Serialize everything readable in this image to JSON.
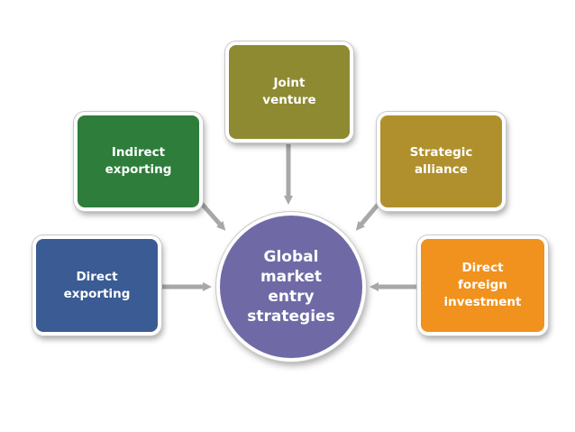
{
  "colors": {
    "direct_exporting": "#3a5b93",
    "indirect_exporting": "#2e7d3b",
    "joint_venture": "#8e8a31",
    "strategic_alliance": "#b0902c",
    "direct_foreign_investment": "#f0921d",
    "hub": "#6f6aa6",
    "arrow": "#a8a8a8"
  },
  "diagram": {
    "center": {
      "label": "Global\nmarket\nentry\nstrategies"
    },
    "nodes": {
      "joint_venture": {
        "label": "Joint\nventure"
      },
      "indirect_exporting": {
        "label": "Indirect\nexporting"
      },
      "strategic_alliance": {
        "label": "Strategic\nalliance"
      },
      "direct_exporting": {
        "label": "Direct\nexporting"
      },
      "direct_foreign_investment": {
        "label": "Direct\nforeign\ninvestment"
      }
    }
  }
}
